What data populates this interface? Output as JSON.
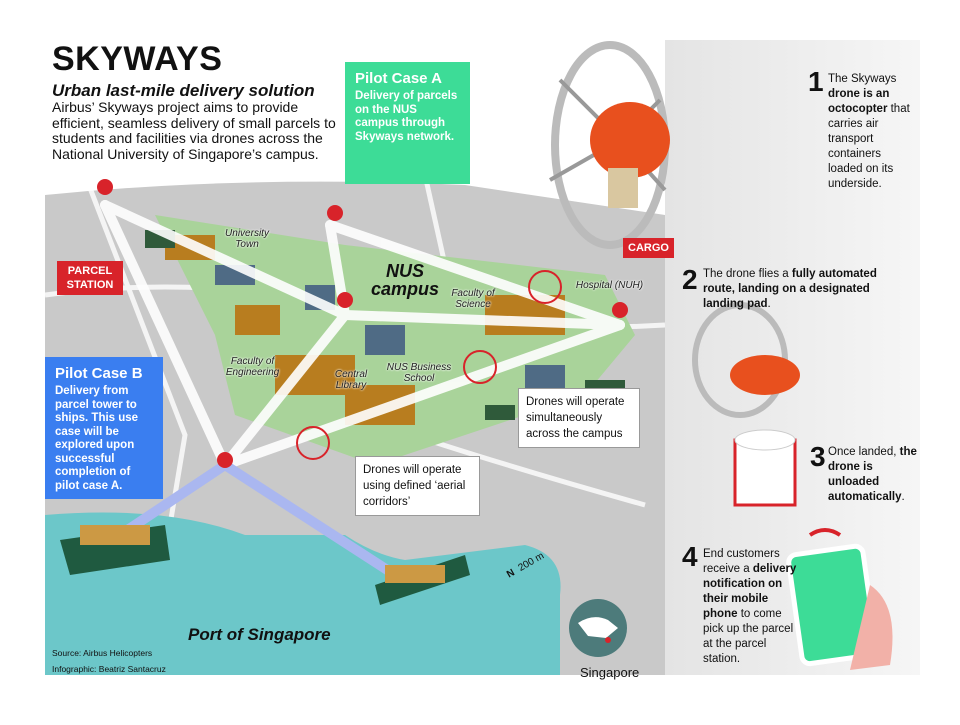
{
  "header": {
    "title": "SKYWAYS",
    "subtitle": "Urban last-mile delivery solution",
    "intro": "Airbus’ Skyways project aims to provide efficient, seamless delivery of small parcels to students and facilities via drones across the National  University of Singapore’s campus."
  },
  "pilot_a": {
    "title": "Pilot Case A",
    "text": "Delivery of parcels on the NUS campus through Skyways network.",
    "color": "#3ddc97"
  },
  "pilot_b": {
    "title": "Pilot Case B",
    "text": "Delivery from parcel tower to ships. This use case will be explored upon successful completion of pilot case A.",
    "color": "#3a7ef0"
  },
  "map": {
    "parcel_station": "PARCEL STATION",
    "campus": "NUS campus",
    "labels": [
      "University Town",
      "Faculty of Science",
      "Hospital (NUH)",
      "Faculty of Engineering",
      "Central Library",
      "NUS Business School"
    ],
    "callout_simultaneous": "Drones will operate simultaneously across the campus",
    "callout_corridors": "Drones will operate using defined ‘aerial corridors’",
    "port": "Port of Singapore",
    "scale": "200 m",
    "north": "N",
    "globe_label": "Singapore",
    "source": "Source: Airbus Helicopters",
    "credit": "Infographic: Beatriz Santacruz"
  },
  "steps": [
    {
      "n": "1",
      "pre": "The Skyways ",
      "bold": "drone is an octocopter",
      "post": " that carries air transport containers loaded on its underside."
    },
    {
      "n": "2",
      "pre": "The drone flies a ",
      "bold": "fully automated route, landing on a designated landing pad",
      "post": "."
    },
    {
      "n": "3",
      "pre": "Once landed, ",
      "bold": "the drone is unloaded automatically",
      "post": "."
    },
    {
      "n": "4",
      "pre": "End customers receive a ",
      "bold": "delivery notification on their mobile phone",
      "post": " to come pick up the parcel at the parcel station."
    }
  ],
  "cargo_label": "CARGO",
  "colors": {
    "red": "#d8232a",
    "sea": "#6cc7c9",
    "map": "#c9c9c9"
  }
}
